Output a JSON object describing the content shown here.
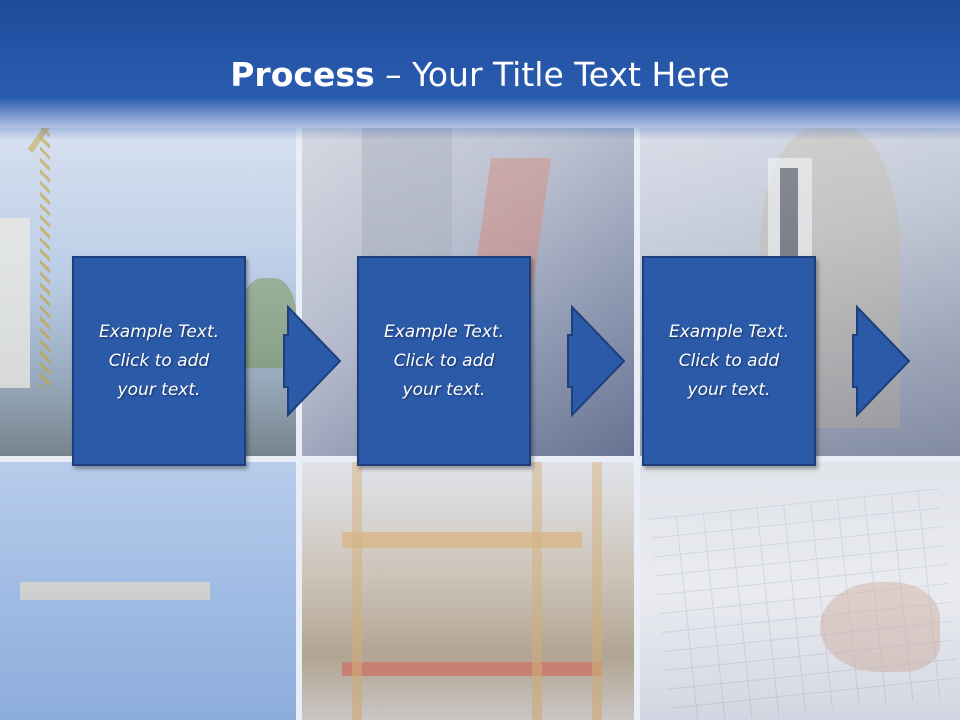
{
  "slide": {
    "title_bold": "Process",
    "title_rest": " – Your Title Text Here"
  },
  "steps": [
    {
      "lines": [
        "Example Text.",
        "Click  to add",
        "your text."
      ]
    },
    {
      "lines": [
        "Example Text.",
        "Click  to add",
        "your text."
      ]
    },
    {
      "lines": [
        "Example Text.",
        "Click  to add",
        "your text."
      ]
    }
  ],
  "colors": {
    "title_bar": "#1e4c9c",
    "box_fill": "#2b5aa9",
    "box_border": "#1d3f7c",
    "text": "#ffffff"
  },
  "icons": [
    "arrow-right-icon"
  ]
}
